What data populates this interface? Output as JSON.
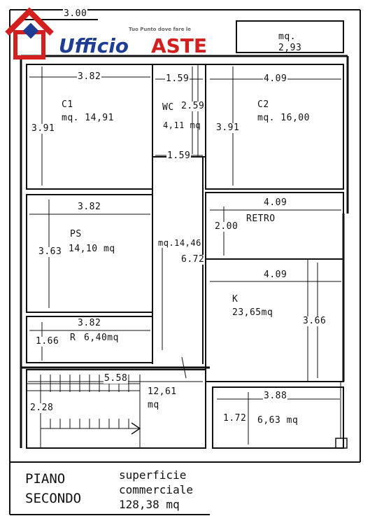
{
  "logo": {
    "tagline": "Tuo Punto dove fare le",
    "word1": "Ufficio",
    "word2": "ASTE",
    "colors": {
      "blue": "#1f3d93",
      "red": "#d21f1f"
    }
  },
  "rooms": {
    "c1": {
      "name": "C1",
      "area": "mq. 14,91",
      "width": "3.82",
      "height": "3.91"
    },
    "wc": {
      "name": "WC",
      "dim": "2.59",
      "area": "4,11 mq",
      "width_top": "1.59",
      "width_bottom": "1.59"
    },
    "c2": {
      "name": "C2",
      "area": "mq. 16,00",
      "width": "4.09",
      "height": "3.91"
    },
    "top_left": {
      "width": "3.00"
    },
    "top_right": {
      "area_prefix": "mq.",
      "area": "2,93"
    },
    "ps": {
      "name": "PS",
      "area": "14,10 mq",
      "width": "3.82",
      "height": "3.63"
    },
    "corridor": {
      "area": "mq.14,46",
      "length": "6.72"
    },
    "retro": {
      "name": "RETRO",
      "width": "4.09",
      "height": "2.00"
    },
    "k": {
      "name": "K",
      "area": "23,65mq",
      "width": "4.09",
      "height": "3.66"
    },
    "r": {
      "name": "R",
      "area": "6,40mq",
      "width": "3.82",
      "height": "1.66"
    },
    "stairs": {
      "width": "5.58",
      "height": "2.28",
      "area": "12,61",
      "unit": "mq"
    },
    "bottom_right": {
      "width": "3.88",
      "height": "1.72",
      "area": "6,63 mq"
    }
  },
  "footer": {
    "floor_line1": "PIANO",
    "floor_line2": "SECONDO",
    "surface_line1": "superficie",
    "surface_line2": "commerciale",
    "surface_value": "128,38 mq"
  }
}
